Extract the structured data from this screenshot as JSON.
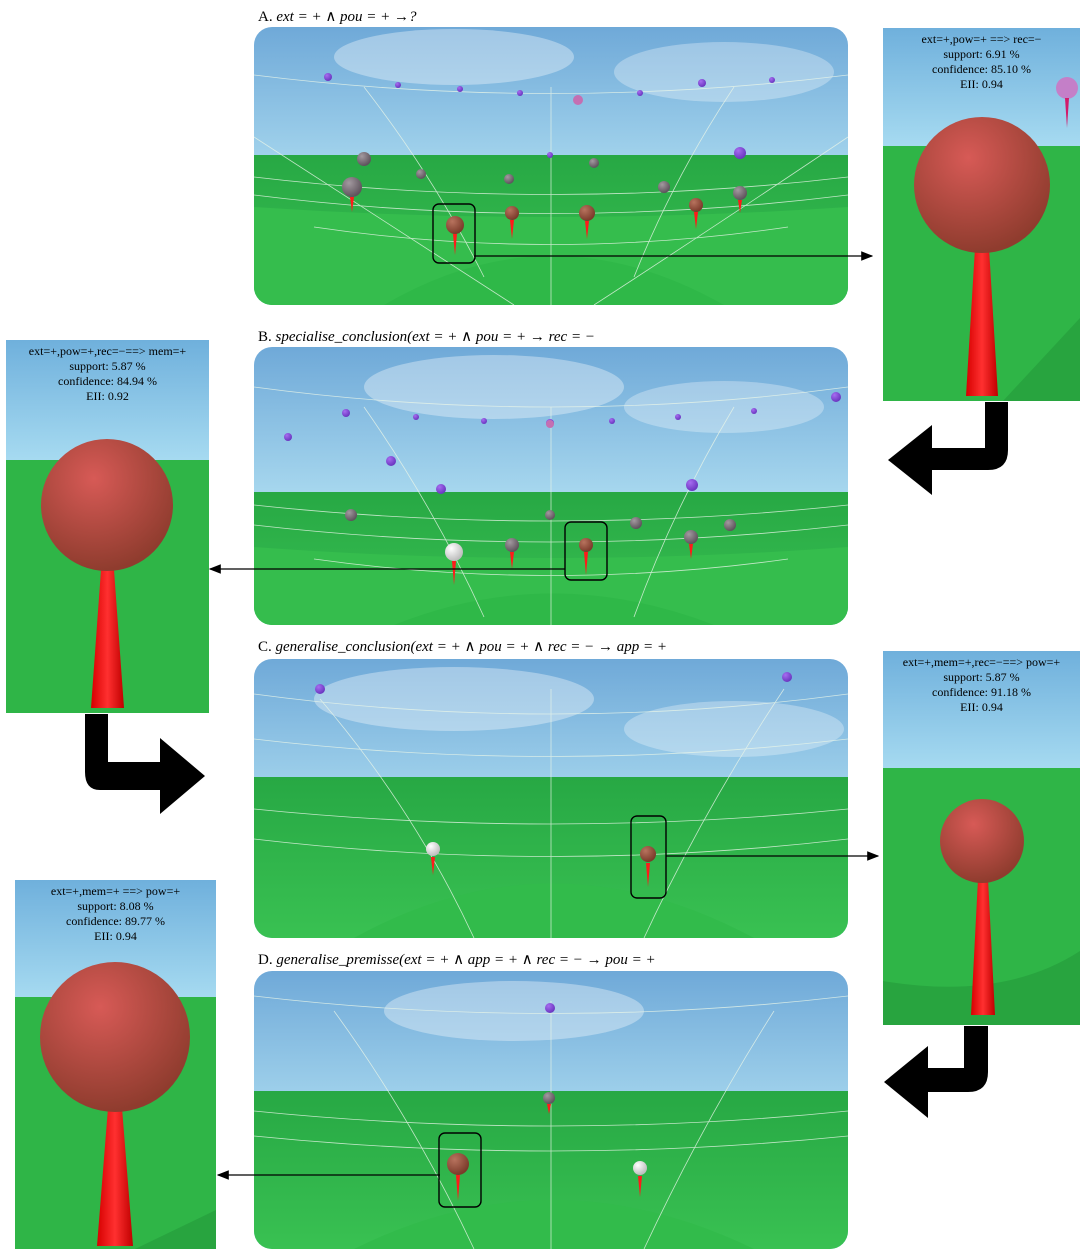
{
  "panels": [
    {
      "letter": "A.",
      "caption": "ext = + ∧ pou = + →?"
    },
    {
      "letter": "B.",
      "caption": "specialise_conclusion(ext = + ∧ pou = + → rec = −"
    },
    {
      "letter": "C.",
      "caption": "generalise_conclusion(ext = + ∧ pou = + ∧ rec = − → app = +"
    },
    {
      "letter": "D.",
      "caption": "generalise_premisse(ext = + ∧ app = + ∧ rec = − → pou = +"
    }
  ],
  "zooms": [
    {
      "rule": "ext=+,pow=+ ==> rec=−",
      "support": "support: 6.91 %",
      "confidence": "confidence: 85.10 %",
      "eii": "EII: 0.94"
    },
    {
      "rule": "ext=+,pow=+,rec=−==> mem=+",
      "support": "support: 5.87 %",
      "confidence": "confidence: 84.94 %",
      "eii": "EII: 0.92"
    },
    {
      "rule": "ext=+,mem=+,rec=−==> pow=+",
      "support": "support: 5.87 %",
      "confidence": "confidence: 91.18 %",
      "eii": "EII: 0.94"
    },
    {
      "rule": "ext=+,mem=+ ==> pow=+",
      "support": "support: 8.08 %",
      "confidence": "confidence: 89.77 %",
      "eii": "EII: 0.94"
    }
  ],
  "colors": {
    "sky": "#8ec6e8",
    "ground": "#2fb44a",
    "sphere": "#8b4a3a",
    "cone": "#ff1010",
    "arrow": "#000000"
  }
}
